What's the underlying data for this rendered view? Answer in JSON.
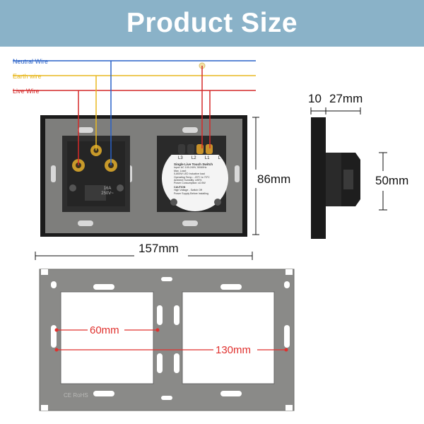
{
  "header": {
    "title": "Product Size"
  },
  "wires": [
    {
      "label": "Neutral Wire",
      "color": "#2a62c8"
    },
    {
      "label": "Earth wire",
      "color": "#e8b820"
    },
    {
      "label": "Live Wire",
      "color": "#d42a2a"
    }
  ],
  "dimensions": {
    "depth_front": "10",
    "depth_back": "27mm",
    "height": "86mm",
    "module_height": "50mm",
    "width": "157mm",
    "hole_spacing": "60mm",
    "total_spacing": "130mm"
  },
  "socket": {
    "rating": "16A 250V~"
  },
  "switch_module": {
    "terminals": [
      "L3",
      "L2",
      "L1",
      "L"
    ],
    "title": "Single Live Touch Switch",
    "spec_lines": [
      "Input: AC 100-240V, 50/60Hz",
      "Max. Load:",
      "0-800W LED Inductive load",
      "Operating Temp.: -20°C to 70°C",
      "Ambient Humidity: ≤95%",
      "Power Consumption: ≤0.5W"
    ],
    "caution_lines": [
      "CAUTION",
      "High Voltage - Switch Off",
      "Power Supply Before Installing"
    ]
  },
  "frame_marking": "CE RoHS",
  "colors": {
    "banner": "#8ab2c8",
    "frame": "#8a8a88",
    "panel": "#1b1b1b",
    "dimension_red": "#e0312e"
  }
}
